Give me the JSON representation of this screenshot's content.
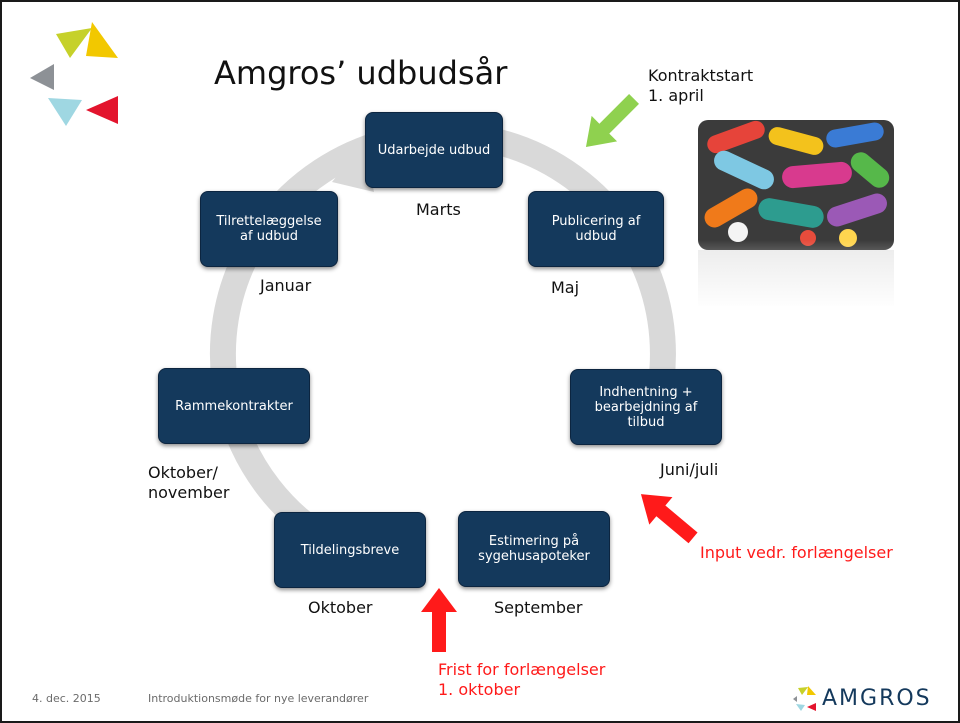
{
  "slide": {
    "title": "Amgros’ udbudsår",
    "contract_note": "Kontraktstart\n1. april",
    "footer_date": "4. dec. 2015",
    "footer_text": "Introduktionsmøde for nye leverandører",
    "logo_text": "AMGROS"
  },
  "cycle": {
    "steps": [
      {
        "label": "Udarbejde udbud",
        "period": "Marts"
      },
      {
        "label": "Publicering af\nudbud",
        "period": "Maj"
      },
      {
        "label": "Indhentning +\nbearbejdning af\ntilbud",
        "period": "Juni/juli"
      },
      {
        "label": "Estimering på\nsygehusapoteker",
        "period": "September"
      },
      {
        "label": "Tildelingsbreve",
        "period": "Oktober"
      },
      {
        "label": "Rammekontrakter",
        "period": "Oktober/\nnovember"
      },
      {
        "label": "Tilrettelæggelse\naf udbud",
        "period": "Januar"
      }
    ]
  },
  "callouts": {
    "input": "Input vedr. forlængelser",
    "deadline": "Frist for forlængelser\n1. oktober"
  },
  "colors": {
    "box": "#14395c",
    "ring": "#d9d9d9",
    "red_arrow": "#ff1a1a",
    "green_arrow": "#8fd14f"
  }
}
